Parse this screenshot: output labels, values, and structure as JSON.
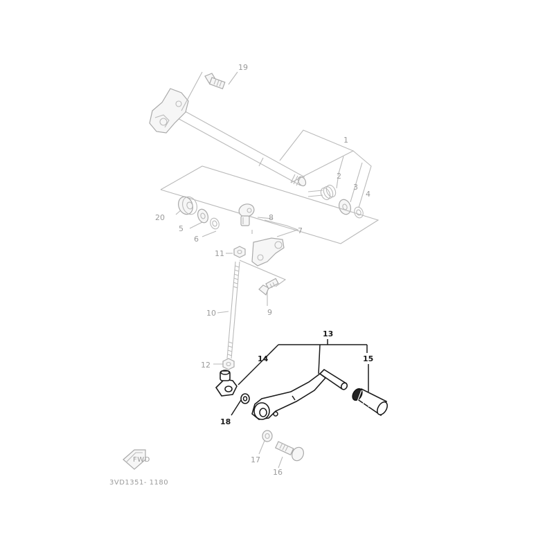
{
  "diagram": {
    "drawing_code": "3VD1351- 1180",
    "fwd_mark": "FWD",
    "callouts": [
      {
        "id": "c1",
        "text": "1",
        "tone": "light"
      },
      {
        "id": "c2",
        "text": "2",
        "tone": "light"
      },
      {
        "id": "c3",
        "text": "3",
        "tone": "light"
      },
      {
        "id": "c4",
        "text": "4",
        "tone": "light"
      },
      {
        "id": "c5",
        "text": "5",
        "tone": "light"
      },
      {
        "id": "c6",
        "text": "6",
        "tone": "light"
      },
      {
        "id": "c7",
        "text": "7",
        "tone": "light"
      },
      {
        "id": "c8",
        "text": "8",
        "tone": "light"
      },
      {
        "id": "c9",
        "text": "9",
        "tone": "light"
      },
      {
        "id": "c10",
        "text": "10",
        "tone": "light"
      },
      {
        "id": "c11",
        "text": "11",
        "tone": "light"
      },
      {
        "id": "c12",
        "text": "12",
        "tone": "light"
      },
      {
        "id": "c13",
        "text": "13",
        "tone": "dark"
      },
      {
        "id": "c14",
        "text": "14",
        "tone": "dark"
      },
      {
        "id": "c15",
        "text": "15",
        "tone": "dark"
      },
      {
        "id": "c16",
        "text": "16",
        "tone": "light"
      },
      {
        "id": "c17",
        "text": "17",
        "tone": "light"
      },
      {
        "id": "c18",
        "text": "18",
        "tone": "dark"
      },
      {
        "id": "c19",
        "text": "19",
        "tone": "light"
      },
      {
        "id": "c20",
        "text": "20",
        "tone": "light"
      }
    ]
  }
}
